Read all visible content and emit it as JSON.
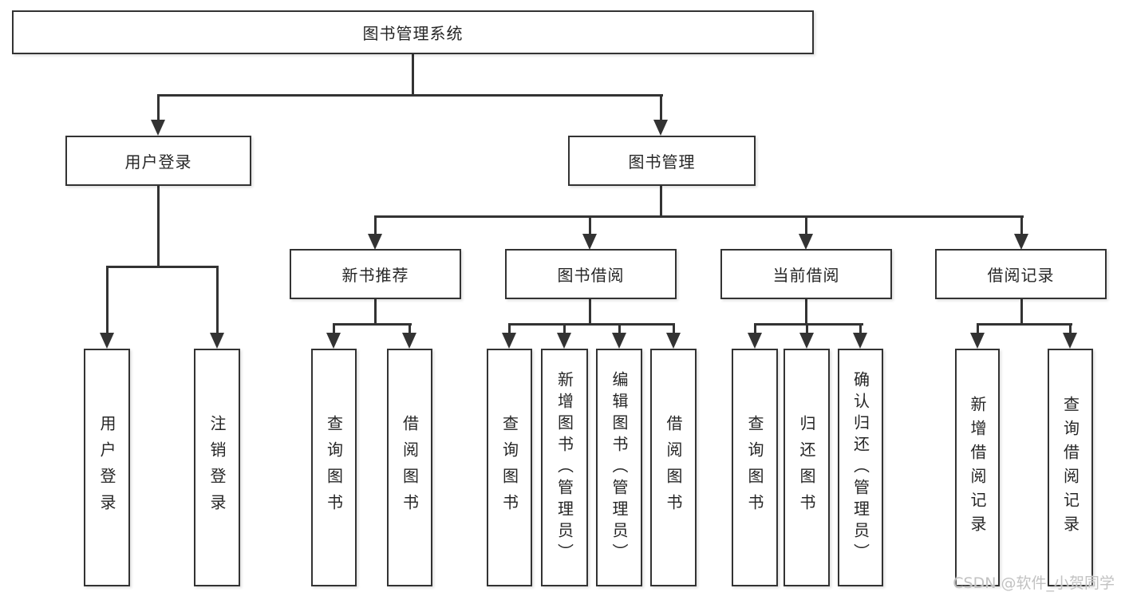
{
  "diagram": {
    "type": "hierarchy-tree",
    "title": "图书管理系统",
    "watermark": "CSDN @软件_小贺同学",
    "colors": {
      "background": "#ffffff",
      "line": "#333333",
      "box_border": "#333333",
      "text": "#262626",
      "watermark": "#c2c2c2"
    },
    "nodes": {
      "root": "图书管理系统",
      "user_login": "用户登录",
      "book_mgmt": "图书管理",
      "new_book": "新书推荐",
      "book_borrow": "图书借阅",
      "current_borrow": "当前借阅",
      "borrow_records": "借阅记录",
      "leaf_user_login": "用户登录",
      "leaf_logout": "注销登录",
      "leaf_nb_query": "查询图书",
      "leaf_nb_borrow": "借阅图书",
      "leaf_bb_query": "查询图书",
      "leaf_bb_add": "新增图书（管理员）",
      "leaf_bb_edit": "编辑图书（管理员）",
      "leaf_bb_borrow": "借阅图书",
      "leaf_cb_query": "查询图书",
      "leaf_cb_return": "归还图书",
      "leaf_cb_confirm": "确认归还（管理员）",
      "leaf_br_add": "新增借阅记录",
      "leaf_br_query": "查询借阅记录"
    },
    "tree": {
      "图书管理系统": {
        "用户登录": [
          "用户登录",
          "注销登录"
        ],
        "图书管理": {
          "新书推荐": [
            "查询图书",
            "借阅图书"
          ],
          "图书借阅": [
            "查询图书",
            "新增图书（管理员）",
            "编辑图书（管理员）",
            "借阅图书"
          ],
          "当前借阅": [
            "查询图书",
            "归还图书",
            "确认归还（管理员）"
          ],
          "借阅记录": [
            "新增借阅记录",
            "查询借阅记录"
          ]
        }
      }
    }
  }
}
